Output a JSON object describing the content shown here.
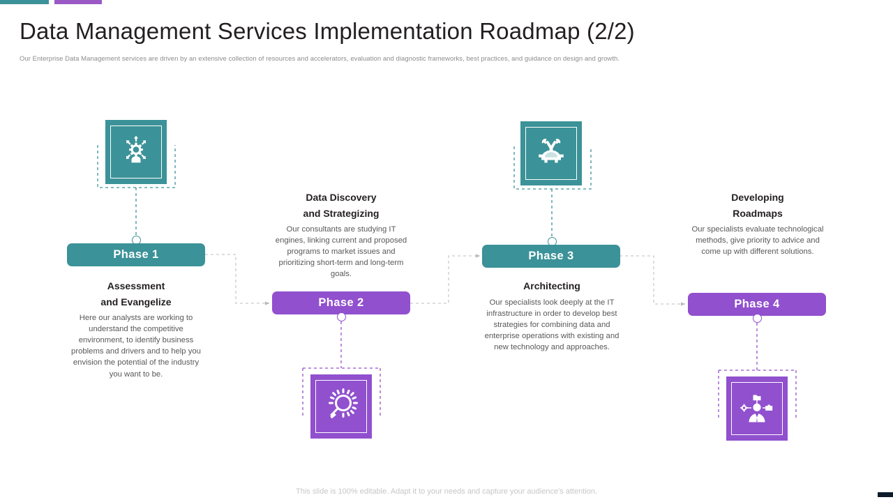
{
  "header": {
    "title": "Data Management Services Implementation Roadmap (2/2)",
    "subtitle": "Our Enterprise Data Management  services are driven by an extensive collection of resources and accelerators, evaluation and diagnostic frameworks, best practices, and guidance on design and growth.",
    "accent_teal": "#3b9298",
    "accent_purple": "#9150ce"
  },
  "theme": {
    "teal": "#3b9298",
    "purple": "#9150ce",
    "heading_color": "#231f20",
    "body_color": "#58585a",
    "connector_color": "#bfbfc1"
  },
  "phases": [
    {
      "pill_label": "Phase 1",
      "heading": "Assessment\nand Evangelize",
      "body": "Here our analysts are working to understand the competitive environment,  to identify business problems and drivers  and to help you envision the potential of the industry you want to be.",
      "color": "#3b9298",
      "color_name": "teal",
      "icon": "person-gear-arrows-icon",
      "icon_position": "above",
      "text_position": "below"
    },
    {
      "pill_label": "Phase 2",
      "heading": "Data Discovery\nand Strategizing",
      "body": "Our consultants are studying IT engines, linking current and proposed programs to market issues and prioritizing short-term and long-term goals.",
      "color": "#9150ce",
      "color_name": "purple",
      "icon": "magnifying-glass-icon",
      "icon_position": "below",
      "text_position": "above"
    },
    {
      "pill_label": "Phase 3",
      "heading": "Architecting",
      "body": "Our specialists look deeply at the IT infrastructure  in order to develop  best strategies for combining data and enterprise operations with existing and new technology and approaches.",
      "color": "#3b9298",
      "color_name": "teal",
      "icon": "gear-wrench-icon",
      "icon_position": "above",
      "text_position": "below"
    },
    {
      "pill_label": "Phase 4",
      "heading": "Developing\nRoadmaps",
      "body": "Our specialists evaluate technological methods, give  priority to advice and come up with different  solutions.",
      "color": "#9150ce",
      "color_name": "purple",
      "icon": "person-network-icon",
      "icon_position": "below",
      "text_position": "above"
    }
  ],
  "footer": {
    "note": "This slide is 100% editable. Adapt it to your needs and capture your audience's attention."
  }
}
